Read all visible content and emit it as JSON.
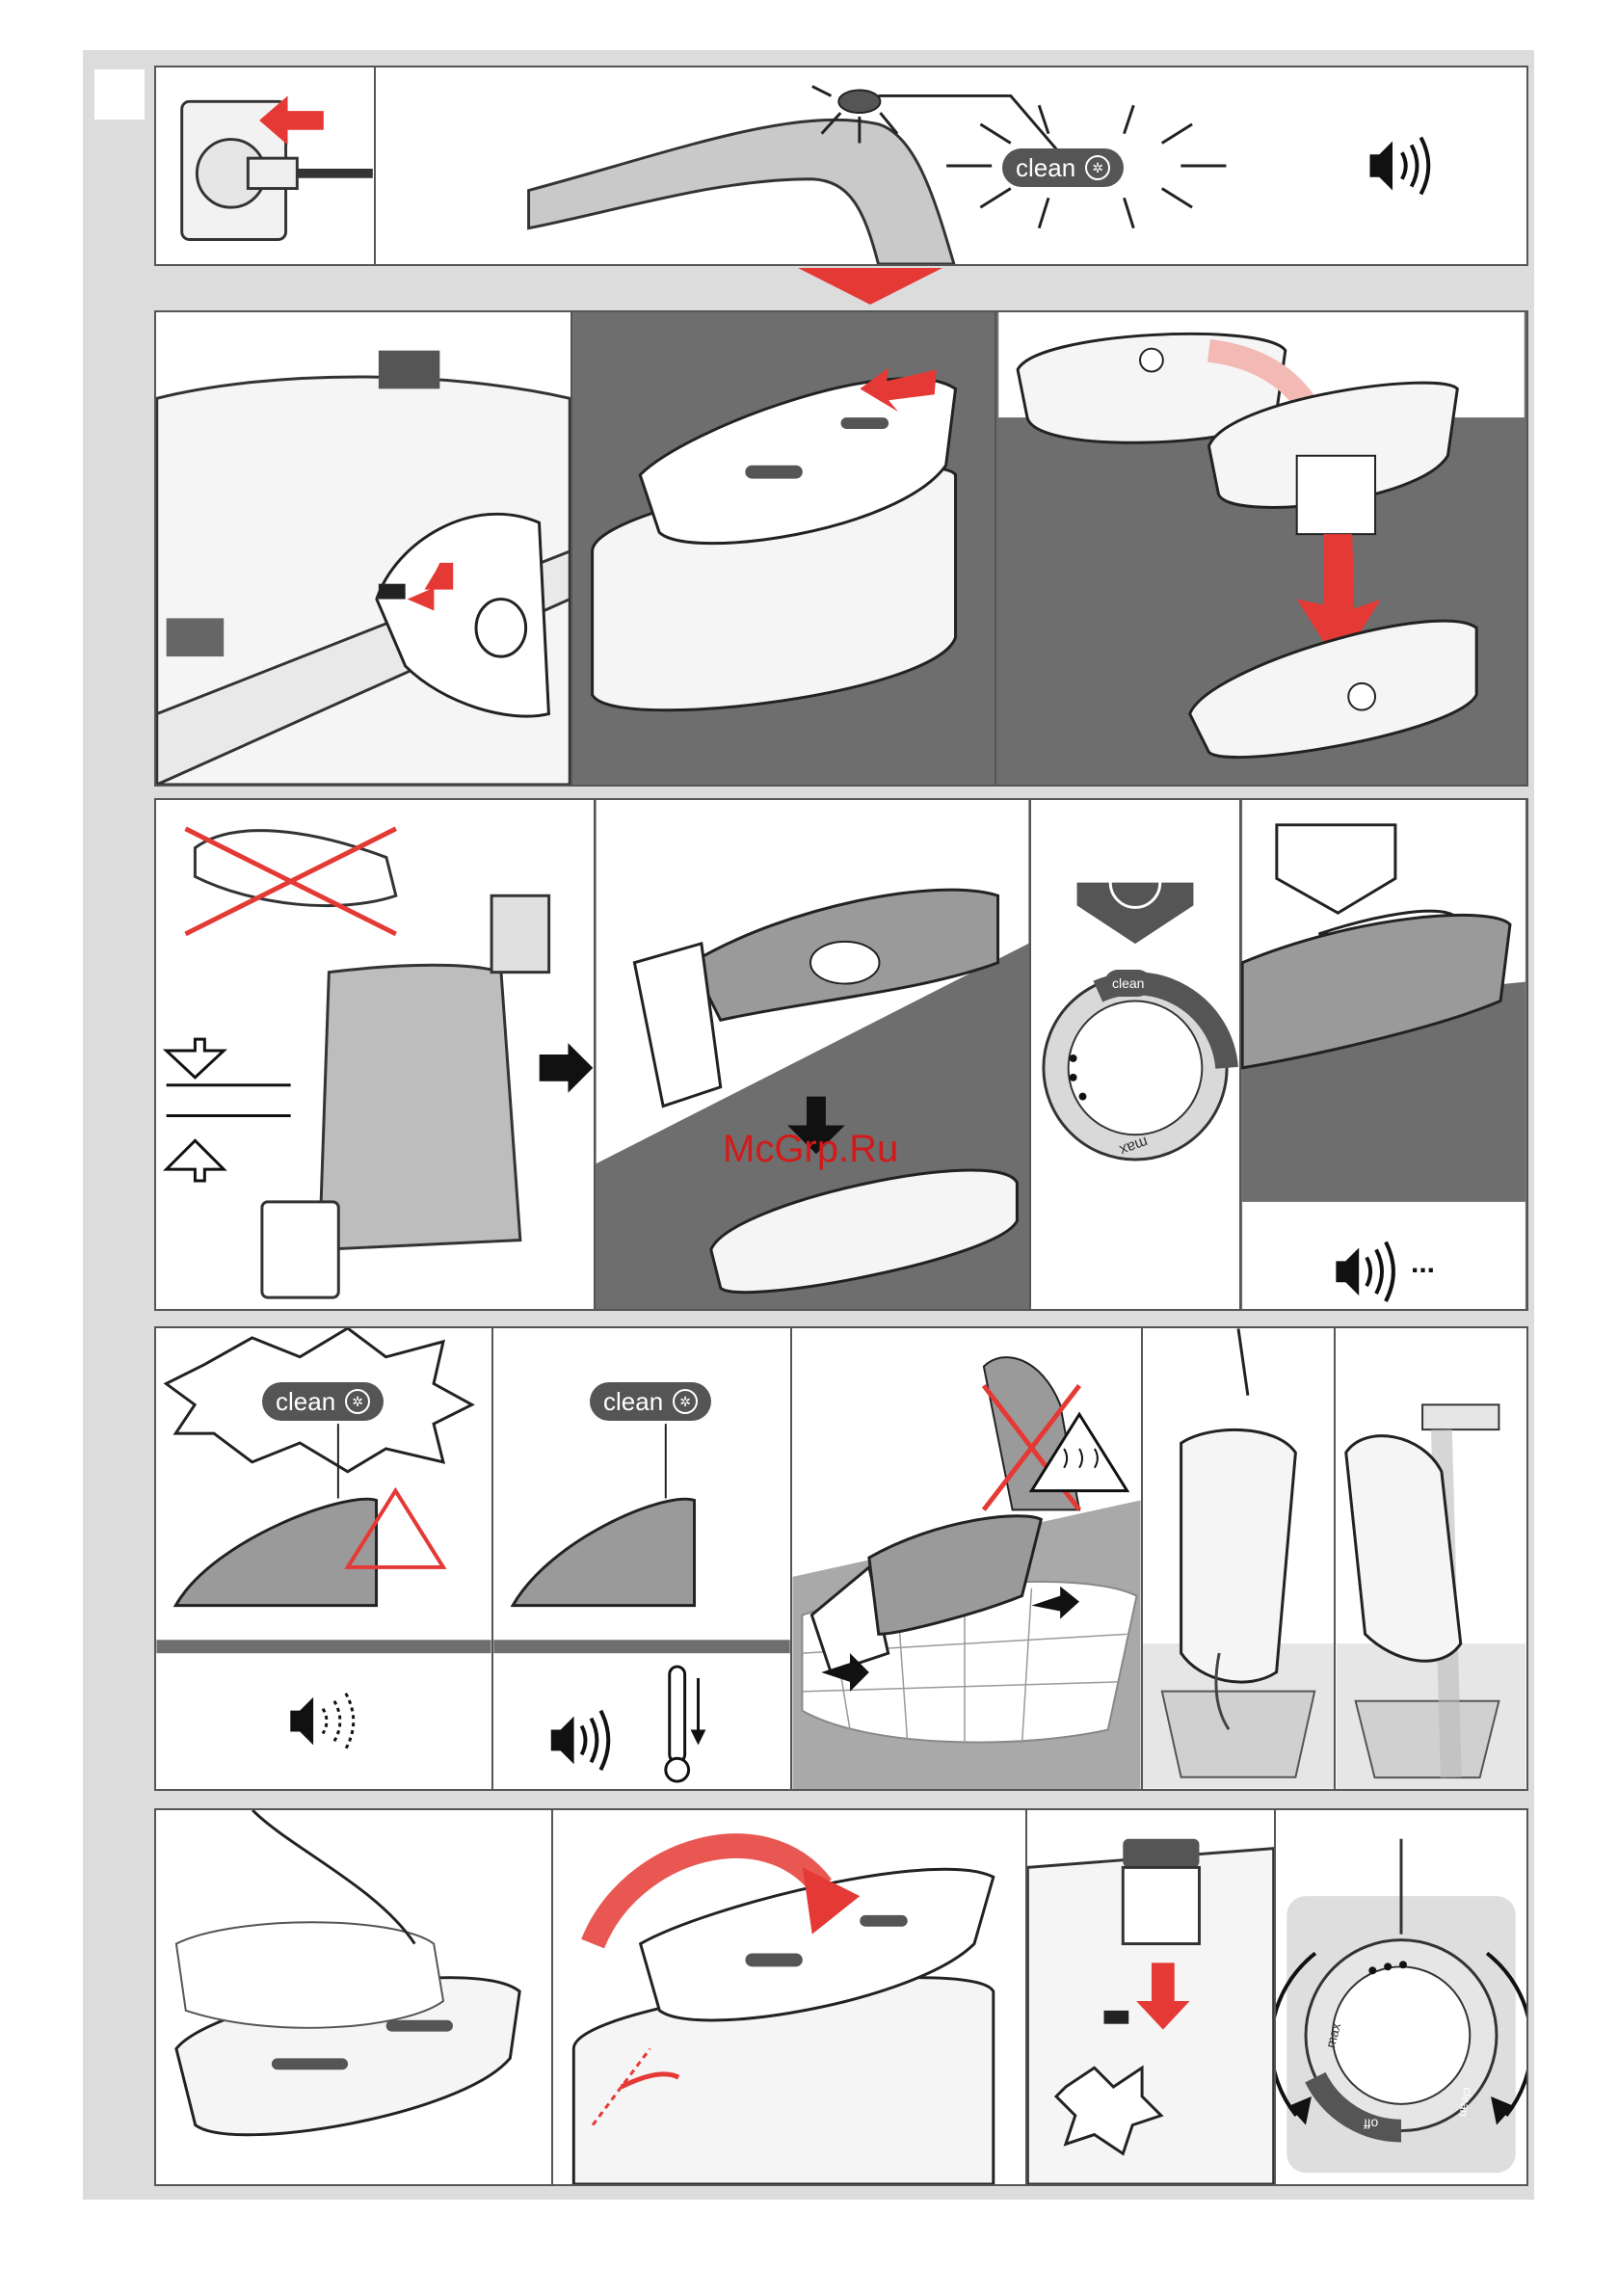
{
  "labels": {
    "clean": "clean",
    "off": "off",
    "max": "max",
    "watermark": "McGrp.Ru",
    "ellipsis": "..."
  },
  "icons": {
    "plug": "plug-unplug-icon",
    "sound": "speaker-icon",
    "clean_symbol": "clean-symbol-icon",
    "warning": "warning-triangle-icon",
    "hot_surface": "hot-surface-icon",
    "thermometer": "thermometer-icon"
  },
  "colors": {
    "accent_red": "#e53935",
    "dark_pill": "#555555",
    "panel_gray": "#6e6e6e"
  }
}
